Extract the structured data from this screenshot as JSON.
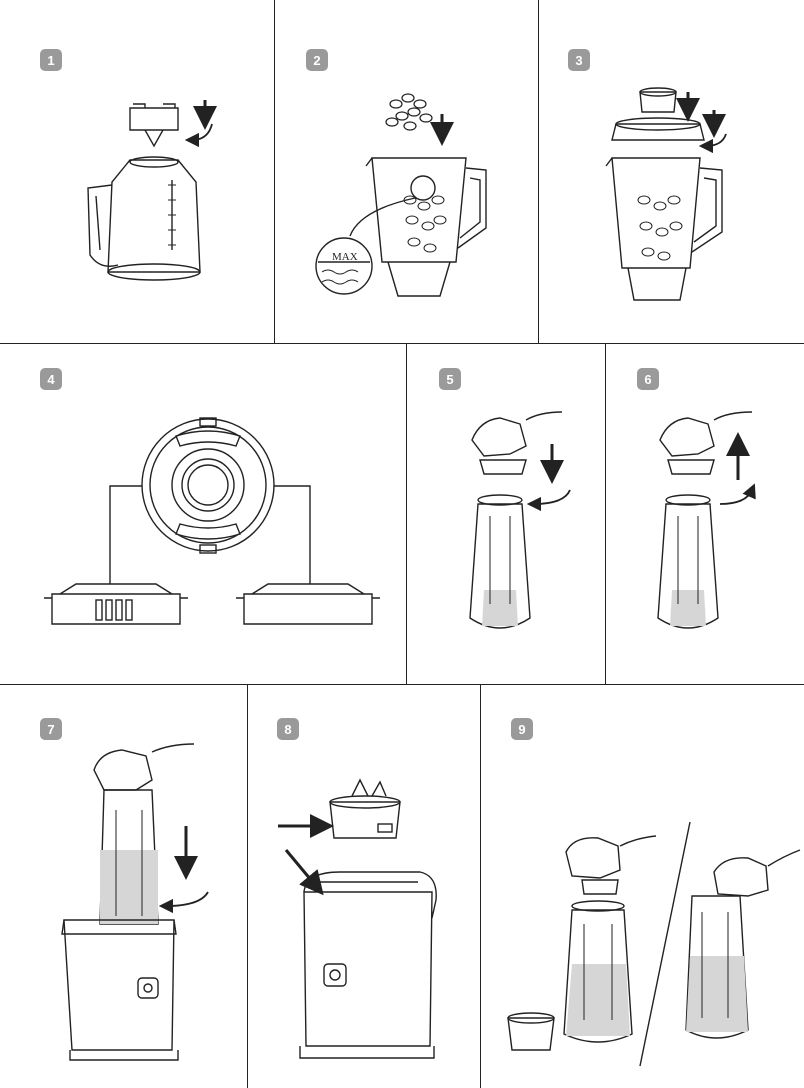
{
  "steps": [
    {
      "number": "1"
    },
    {
      "number": "2",
      "max_label": "MAX"
    },
    {
      "number": "3"
    },
    {
      "number": "4"
    },
    {
      "number": "5"
    },
    {
      "number": "6"
    },
    {
      "number": "7"
    },
    {
      "number": "8"
    },
    {
      "number": "9"
    }
  ],
  "colors": {
    "line": "#222222",
    "badge": "#9a9a9a",
    "liquid": "#d6d6d6"
  }
}
